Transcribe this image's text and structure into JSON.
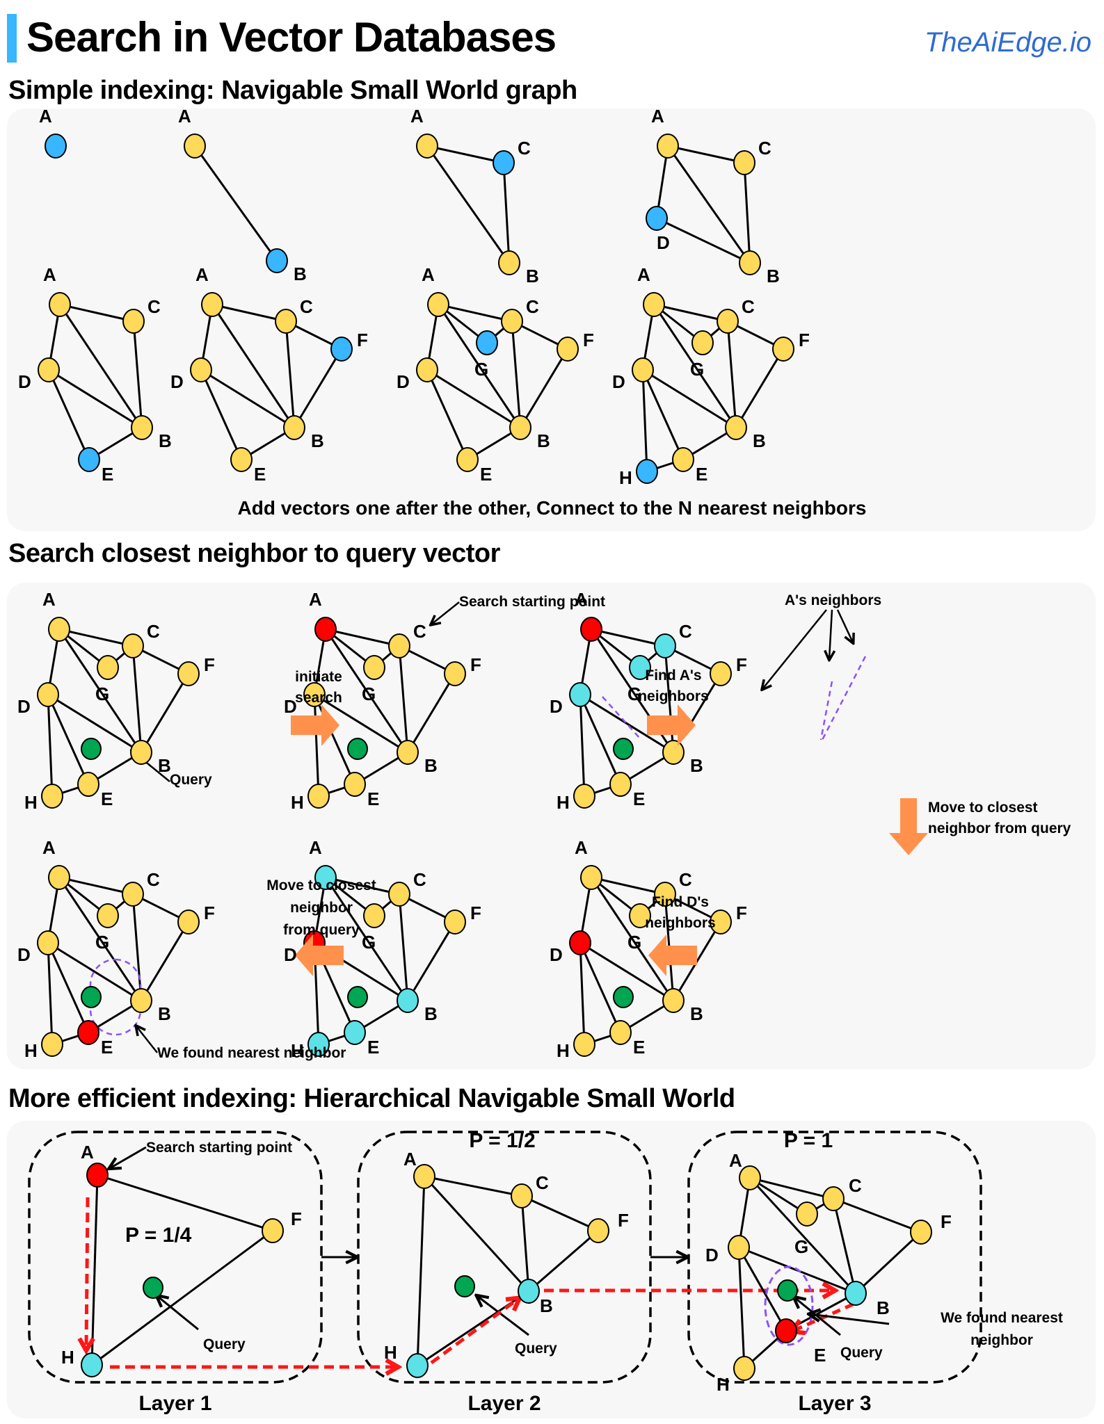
{
  "header": {
    "title": "Search in Vector Databases",
    "brand": "TheAiEdge.io"
  },
  "colors": {
    "accent_bar": "#38b6ff",
    "brand_text": "#2f6bd0",
    "node_existing": "#ffd95a",
    "node_new": "#38b6ff",
    "node_current": "#ff0000",
    "node_neighbor": "#5ce1e6",
    "node_query": "#00a651",
    "step_arrow": "#ff914d",
    "path_arrow": "#ff1616",
    "distance_dashed": "#8c52ff",
    "panel_bg": "#f7f7f7"
  },
  "sections": {
    "nsw": {
      "title": "Simple indexing: Navigable Small World graph",
      "caption": "Add vectors one after the other, Connect to the N nearest neighbors"
    },
    "search": {
      "title": "Search closest neighbor to query vector",
      "annotations": {
        "initiate": [
          "initiate",
          "search"
        ],
        "find_a": [
          "Find A's",
          "neighbors"
        ],
        "move_down": [
          "Move to closest",
          "neighbor from query"
        ],
        "find_d": [
          "Find D's",
          "neighbors"
        ],
        "move_left": [
          "Move to closest",
          "neighbor",
          "from query"
        ],
        "start_point": "Search starting point",
        "a_neighbors": "A's neighbors",
        "query": "Query",
        "found": "We found nearest neighbor"
      }
    },
    "hnsw": {
      "title": "More efficient indexing: Hierarchical Navigable Small World",
      "layers": [
        {
          "name": "Layer 1",
          "probability": "P = 1/4"
        },
        {
          "name": "Layer 2",
          "probability": "P = 1/2"
        },
        {
          "name": "Layer 3",
          "probability": "P = 1"
        }
      ],
      "annotations": {
        "start_point": "Search starting point",
        "query": "Query",
        "found": [
          "We found nearest",
          "neighbor"
        ]
      }
    }
  },
  "nsw_steps": [
    {
      "added": "A",
      "nodes": [
        "A"
      ],
      "edges": []
    },
    {
      "added": "B",
      "nodes": [
        "A",
        "B"
      ],
      "edges": [
        [
          "A",
          "B"
        ]
      ]
    },
    {
      "added": "C",
      "nodes": [
        "A",
        "B",
        "C"
      ],
      "edges": [
        [
          "A",
          "C"
        ],
        [
          "A",
          "B"
        ],
        [
          "C",
          "B"
        ]
      ]
    },
    {
      "added": "D",
      "nodes": [
        "A",
        "B",
        "C",
        "D"
      ],
      "edges": [
        [
          "A",
          "C"
        ],
        [
          "A",
          "B"
        ],
        [
          "C",
          "B"
        ],
        [
          "A",
          "D"
        ],
        [
          "D",
          "B"
        ]
      ]
    },
    {
      "added": "E",
      "nodes": [
        "A",
        "B",
        "C",
        "D",
        "E"
      ],
      "edges": [
        [
          "A",
          "C"
        ],
        [
          "A",
          "B"
        ],
        [
          "C",
          "B"
        ],
        [
          "A",
          "D"
        ],
        [
          "D",
          "B"
        ],
        [
          "D",
          "E"
        ],
        [
          "E",
          "B"
        ]
      ]
    },
    {
      "added": "F",
      "nodes": [
        "A",
        "B",
        "C",
        "D",
        "E",
        "F"
      ],
      "edges": [
        [
          "A",
          "C"
        ],
        [
          "A",
          "B"
        ],
        [
          "C",
          "B"
        ],
        [
          "A",
          "D"
        ],
        [
          "D",
          "B"
        ],
        [
          "D",
          "E"
        ],
        [
          "E",
          "B"
        ],
        [
          "C",
          "F"
        ],
        [
          "F",
          "B"
        ]
      ]
    },
    {
      "added": "G",
      "nodes": [
        "A",
        "B",
        "C",
        "D",
        "E",
        "F",
        "G"
      ],
      "edges": [
        [
          "A",
          "C"
        ],
        [
          "A",
          "B"
        ],
        [
          "C",
          "B"
        ],
        [
          "A",
          "D"
        ],
        [
          "D",
          "B"
        ],
        [
          "D",
          "E"
        ],
        [
          "E",
          "B"
        ],
        [
          "C",
          "F"
        ],
        [
          "F",
          "B"
        ],
        [
          "A",
          "G"
        ],
        [
          "G",
          "C"
        ]
      ]
    },
    {
      "added": "H",
      "nodes": [
        "A",
        "B",
        "C",
        "D",
        "E",
        "F",
        "G",
        "H"
      ],
      "edges": [
        [
          "A",
          "C"
        ],
        [
          "A",
          "B"
        ],
        [
          "C",
          "B"
        ],
        [
          "A",
          "D"
        ],
        [
          "D",
          "B"
        ],
        [
          "D",
          "E"
        ],
        [
          "E",
          "B"
        ],
        [
          "C",
          "F"
        ],
        [
          "F",
          "B"
        ],
        [
          "A",
          "G"
        ],
        [
          "G",
          "C"
        ],
        [
          "D",
          "H"
        ],
        [
          "H",
          "E"
        ]
      ]
    }
  ],
  "search_steps": [
    {
      "step": 1,
      "current": null,
      "neighbors": [],
      "found": null
    },
    {
      "step": 2,
      "current": "A",
      "neighbors": [],
      "found": null
    },
    {
      "step": 3,
      "current": "A",
      "neighbors": [
        "D",
        "G",
        "C"
      ],
      "found": null
    },
    {
      "step": 4,
      "current": "D",
      "neighbors": [],
      "found": null
    },
    {
      "step": 5,
      "current": "D",
      "neighbors": [
        "A",
        "B",
        "E",
        "H"
      ],
      "found": null
    },
    {
      "step": 6,
      "current": "E",
      "neighbors": [],
      "found": "E"
    }
  ],
  "hnsw_layers": [
    {
      "nodes": [
        "A",
        "F",
        "H"
      ],
      "edges": [
        [
          "A",
          "F"
        ],
        [
          "A",
          "H"
        ],
        [
          "F",
          "H"
        ]
      ],
      "current": "A",
      "neighbor": [
        "H"
      ],
      "path": [
        "A",
        "H"
      ]
    },
    {
      "nodes": [
        "A",
        "B",
        "C",
        "F",
        "H"
      ],
      "edges": [
        [
          "A",
          "C"
        ],
        [
          "A",
          "H"
        ],
        [
          "A",
          "B"
        ],
        [
          "C",
          "B"
        ],
        [
          "C",
          "F"
        ],
        [
          "F",
          "B"
        ],
        [
          "H",
          "B"
        ]
      ],
      "entry": "H",
      "neighbor": [
        "H",
        "B"
      ],
      "path": [
        "H",
        "B"
      ]
    },
    {
      "nodes": [
        "A",
        "B",
        "C",
        "D",
        "E",
        "F",
        "G",
        "H"
      ],
      "edges": [
        [
          "A",
          "C"
        ],
        [
          "A",
          "G"
        ],
        [
          "G",
          "C"
        ],
        [
          "A",
          "B"
        ],
        [
          "A",
          "D"
        ],
        [
          "C",
          "B"
        ],
        [
          "C",
          "F"
        ],
        [
          "F",
          "B"
        ],
        [
          "D",
          "B"
        ],
        [
          "D",
          "E"
        ],
        [
          "D",
          "H"
        ],
        [
          "H",
          "E"
        ],
        [
          "E",
          "B"
        ]
      ],
      "entry": "B",
      "neighbor": [
        "B"
      ],
      "current": "E",
      "path": [
        "B",
        "E"
      ],
      "found": "E"
    }
  ]
}
